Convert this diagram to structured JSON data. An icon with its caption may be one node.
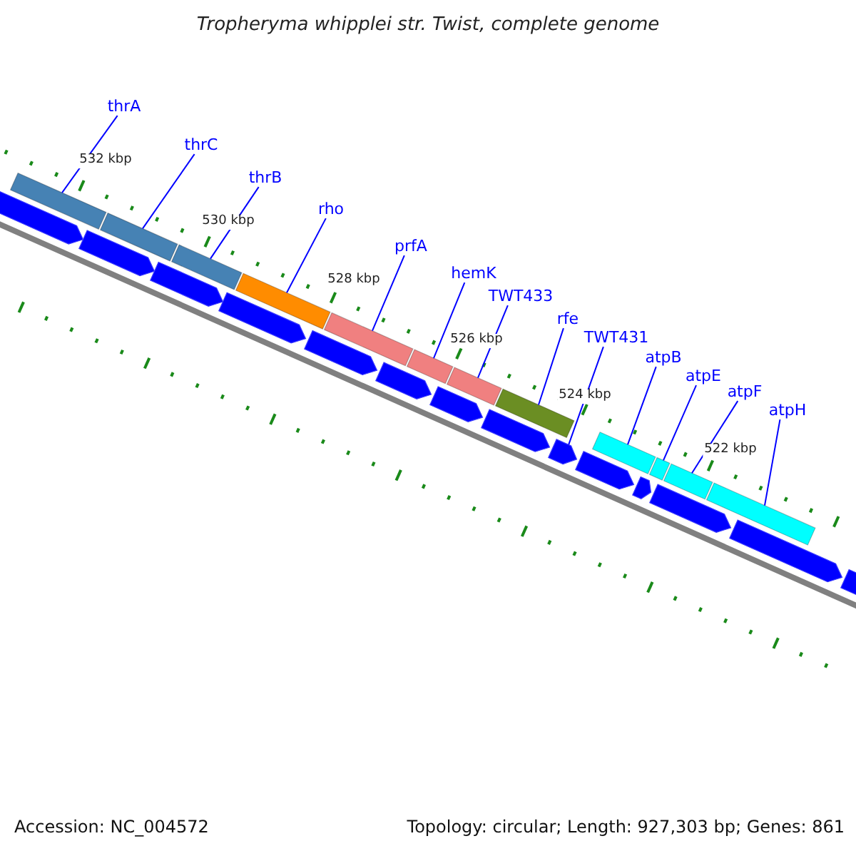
{
  "diagram": {
    "title": "Tropheryma whipplei str. Twist, complete genome",
    "nodes": [
      {
        "text": [
          "thrA"
        ]
      },
      {
        "text": [],
        "shape": "bar"
      },
      {
        "text": [
          "thrC"
        ]
      },
      {
        "text": [],
        "shape": "bar"
      },
      {
        "text": [
          "thrB"
        ]
      },
      {
        "text": [],
        "shape": "bar"
      },
      {
        "text": [
          "rho"
        ]
      },
      {
        "text": [],
        "shape": "bar"
      },
      {
        "text": [
          "prfA"
        ]
      },
      {
        "text": [],
        "shape": "bar"
      },
      {
        "text": [
          "hemK"
        ]
      },
      {
        "text": [],
        "shape": "bar"
      },
      {
        "text": [
          "TWT433"
        ]
      },
      {
        "text": [],
        "shape": "bar"
      },
      {
        "text": [
          "rfe"
        ]
      },
      {
        "text": [],
        "shape": "bar"
      },
      {
        "text": [
          "TWT431"
        ]
      },
      {
        "text": [],
        "shape": "bar"
      },
      {
        "text": [
          "atpB"
        ]
      },
      {
        "text": [],
        "shape": "bar"
      },
      {
        "text": [
          "atpE"
        ]
      },
      {
        "text": [],
        "shape": "bar"
      },
      {
        "text": [
          "atpF"
        ]
      },
      {
        "text": [],
        "shape": "bar"
      },
      {
        "text": [
          "atpH"
        ]
      },
      {
        "text": [],
        "shape": "bar"
      },
      {
        "text": [],
        "shape": "bar"
      },
      {
        "text": [],
        "shape": "bar"
      },
      {
        "text": [],
        "shape": "bar"
      },
      {
        "text": [],
        "shape": "bar"
      },
      {
        "text": [],
        "shape": "bar"
      },
      {
        "text": [],
        "shape": "bar"
      },
      {
        "text": [],
        "shape": "bar"
      },
      {
        "text": [],
        "shape": "bar"
      },
      {
        "text": [],
        "shape": "bar"
      },
      {
        "text": [],
        "shape": "bar"
      },
      {
        "text": [],
        "shape": "bar"
      },
      {
        "text": [],
        "shape": "bar"
      },
      {
        "text": [],
        "shape": "bar"
      }
    ],
    "edges": [
      {
        "from": 0,
        "to": 1,
        "arrow": "none"
      },
      {
        "from": 2,
        "to": 3,
        "arrow": "none"
      },
      {
        "from": 4,
        "to": 5,
        "arrow": "none"
      },
      {
        "from": 6,
        "to": 7,
        "arrow": "none"
      },
      {
        "from": 8,
        "to": 9,
        "arrow": "none"
      },
      {
        "from": 10,
        "to": 11,
        "arrow": "none"
      },
      {
        "from": 12,
        "to": 13,
        "arrow": "none"
      },
      {
        "from": 14,
        "to": 15,
        "arrow": "none"
      },
      {
        "from": 16,
        "to": 17,
        "arrow": "none"
      },
      {
        "from": 18,
        "to": 19,
        "arrow": "none"
      },
      {
        "from": 20,
        "to": 21,
        "arrow": "none"
      },
      {
        "from": 22,
        "to": 23,
        "arrow": "none"
      },
      {
        "from": 24,
        "to": 25,
        "arrow": "none"
      }
    ],
    "labels": [
      "532 kbp",
      "530 kbp",
      "528 kbp",
      "526 kbp",
      "524 kbp",
      "522 kbp",
      "Accession: NC_004572",
      "Topology: circular; Length: 927,303 bp; Genes: 861"
    ]
  }
}
